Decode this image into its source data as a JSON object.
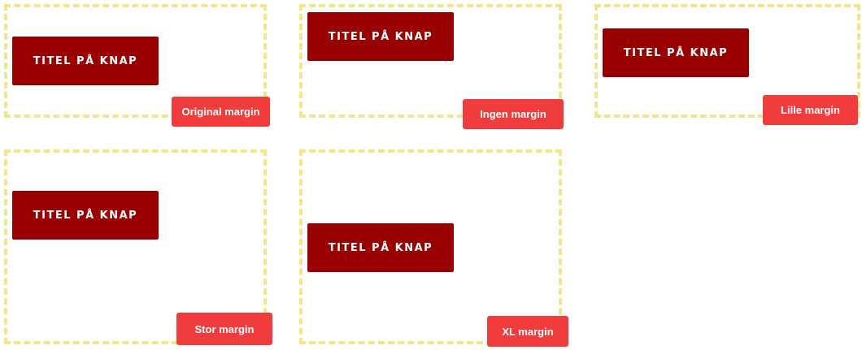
{
  "button_title": "TITEL PÅ KNAP",
  "examples": [
    {
      "label": "Original margin"
    },
    {
      "label": "Ingen margin"
    },
    {
      "label": "Lille margin"
    },
    {
      "label": "Stor margin"
    },
    {
      "label": "XL margin"
    }
  ],
  "colors": {
    "button_bg": "#990000",
    "button_text": "#ffffff",
    "label_bg": "#f03c3c",
    "label_text": "#ffffff",
    "box_border": "#f2e68a"
  }
}
